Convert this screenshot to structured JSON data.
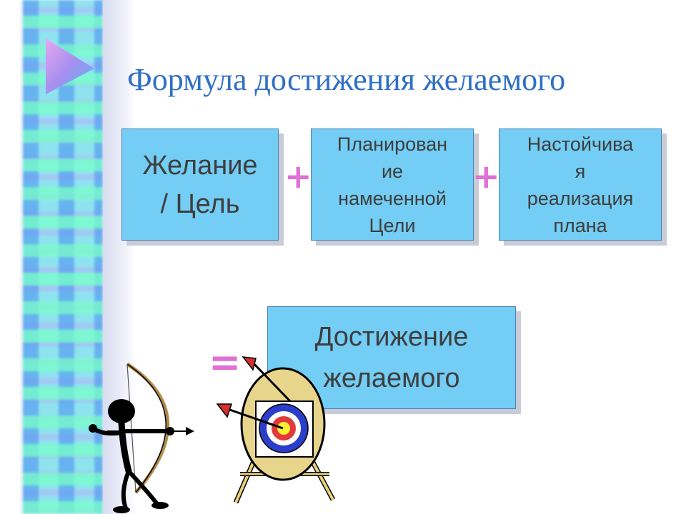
{
  "slide": {
    "title": "Формула достижения желаемого",
    "box1": {
      "lines": [
        "Желание",
        "/ Цель"
      ]
    },
    "plus1": "+",
    "box2": {
      "lines": [
        "Планирован",
        "ие",
        "намеченной",
        "Цели"
      ]
    },
    "plus2": "+",
    "box3": {
      "lines": [
        "Настойчива",
        "я",
        "реализация",
        "плана"
      ]
    },
    "equals": "=",
    "box4": {
      "lines": [
        "Достижение",
        "желаемого"
      ]
    }
  },
  "colors": {
    "title": "#2f6fc6",
    "box_fill": "#73cdf4",
    "operator": "#e06fd6",
    "box_text": "#3e3e3e"
  },
  "icons": [
    "triangle-icon",
    "archer-icon",
    "target-icon"
  ]
}
